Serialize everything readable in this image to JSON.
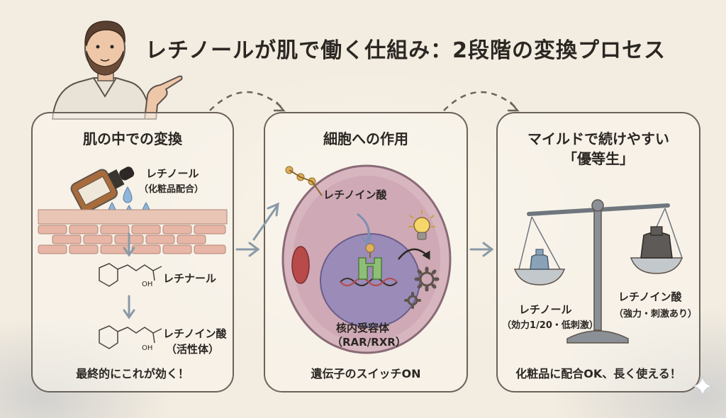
{
  "title": "レチノールが肌で働く仕組み：2段階の変換プロセス",
  "panel1": {
    "heading": "肌の中での変換",
    "retinol_label": "レチノール",
    "retinol_sub": "（化粧品配合）",
    "retinal_label": "レチナール",
    "retinoic_label": "レチノイン酸",
    "retinoic_sub": "（活性体）",
    "oh1": "OH",
    "oh2": "OH",
    "footer": "最終的にこれが効く！"
  },
  "panel2": {
    "heading": "細胞への作用",
    "retinoic_label": "レチノイン酸",
    "receptor_label": "核内受容体",
    "receptor_sub": "（RAR/RXR）",
    "footer": "遺伝子のスイッチON"
  },
  "panel3": {
    "heading_line1": "マイルドで続けやすい",
    "heading_line2": "「優等生」",
    "left_label": "レチノール",
    "left_sub": "（効力1/20・低刺激）",
    "right_label": "レチノイン酸",
    "right_sub": "（強力・刺激あり）",
    "footer": "化粧品に配合OK、長く使える！"
  },
  "colors": {
    "outline": "#6b625a",
    "background": "#f3ece0",
    "cell": "#c9a8b3",
    "nucleus": "#9a8bb8",
    "receptor": "#8fbf77",
    "skin": "#e8b6a6",
    "drop": "#8fb6d9"
  },
  "icons": [
    "presenter-avatar",
    "dropper-bottle-icon",
    "water-drop-icon",
    "lightbulb-icon",
    "gear-icon",
    "dna-icon",
    "balance-scale-icon",
    "sparkle-icon"
  ]
}
